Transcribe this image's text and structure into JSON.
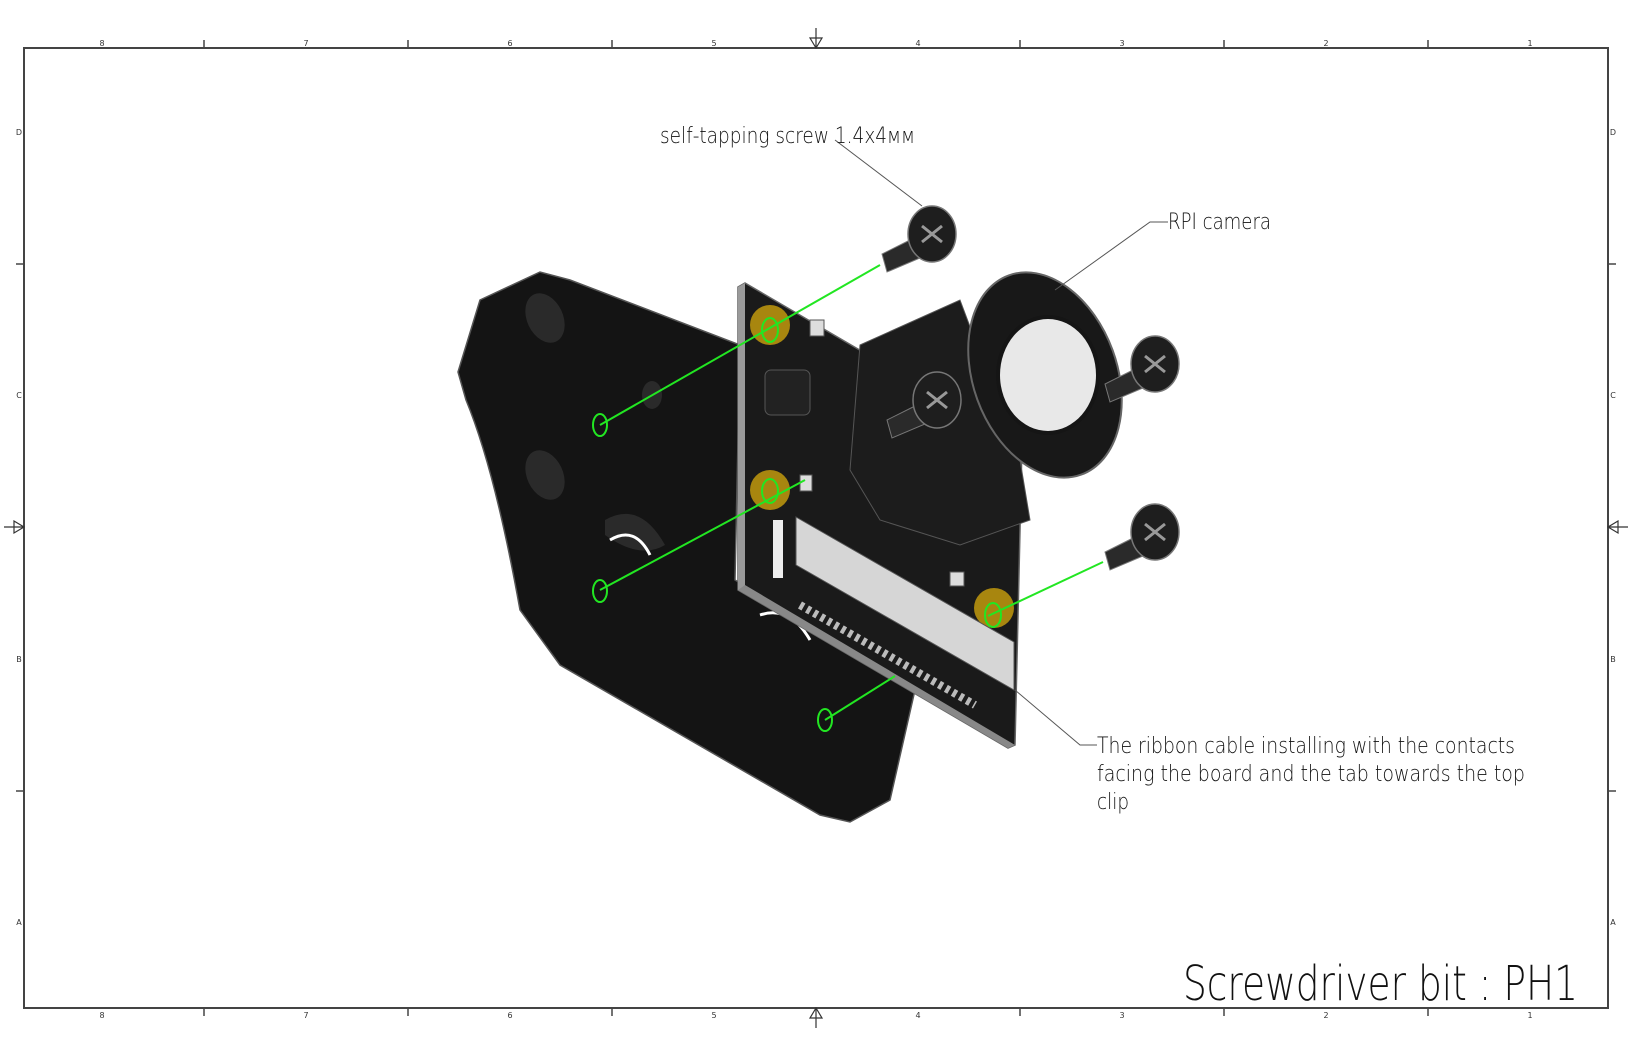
{
  "frame": {
    "column_labels": [
      "8",
      "7",
      "6",
      "5",
      "4",
      "3",
      "2",
      "1"
    ],
    "row_labels": [
      "D",
      "C",
      "B",
      "A"
    ]
  },
  "callouts": {
    "screw": "self-tapping screw 1.4x4мм",
    "camera": "RPI camera",
    "ribbon": [
      "The ribbon cable installing with the contacts",
      "facing the board and the tab towards the top",
      "clip"
    ]
  },
  "footer": {
    "screwdriver": "Screwdriver bit : PH1"
  },
  "colors": {
    "alignment_line": "#22e622",
    "part": "#141414",
    "pad": "#a8860f"
  }
}
